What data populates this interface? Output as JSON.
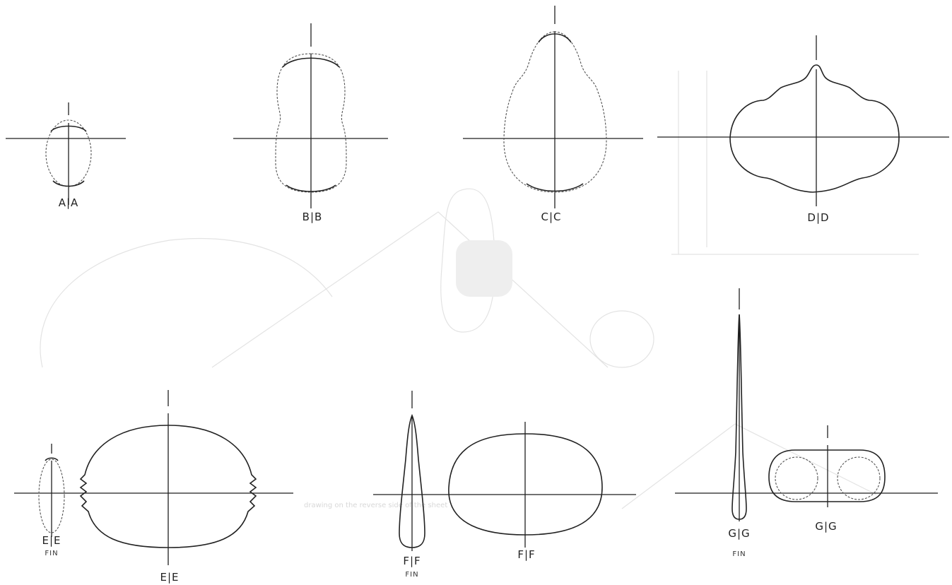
{
  "sections": [
    {
      "id": "A",
      "label": "A|A"
    },
    {
      "id": "B",
      "label": "B|B"
    },
    {
      "id": "C",
      "label": "C|C"
    },
    {
      "id": "D",
      "label": "D|D"
    },
    {
      "id": "E",
      "label": "E|E",
      "fin_label": "E|E",
      "fin_caption": "FIN"
    },
    {
      "id": "F",
      "label": "F|F",
      "fin_label": "F|F",
      "fin_caption": "FIN"
    },
    {
      "id": "G",
      "label": "G|G",
      "fin_label": "G|G",
      "fin_caption": "FIN"
    }
  ]
}
